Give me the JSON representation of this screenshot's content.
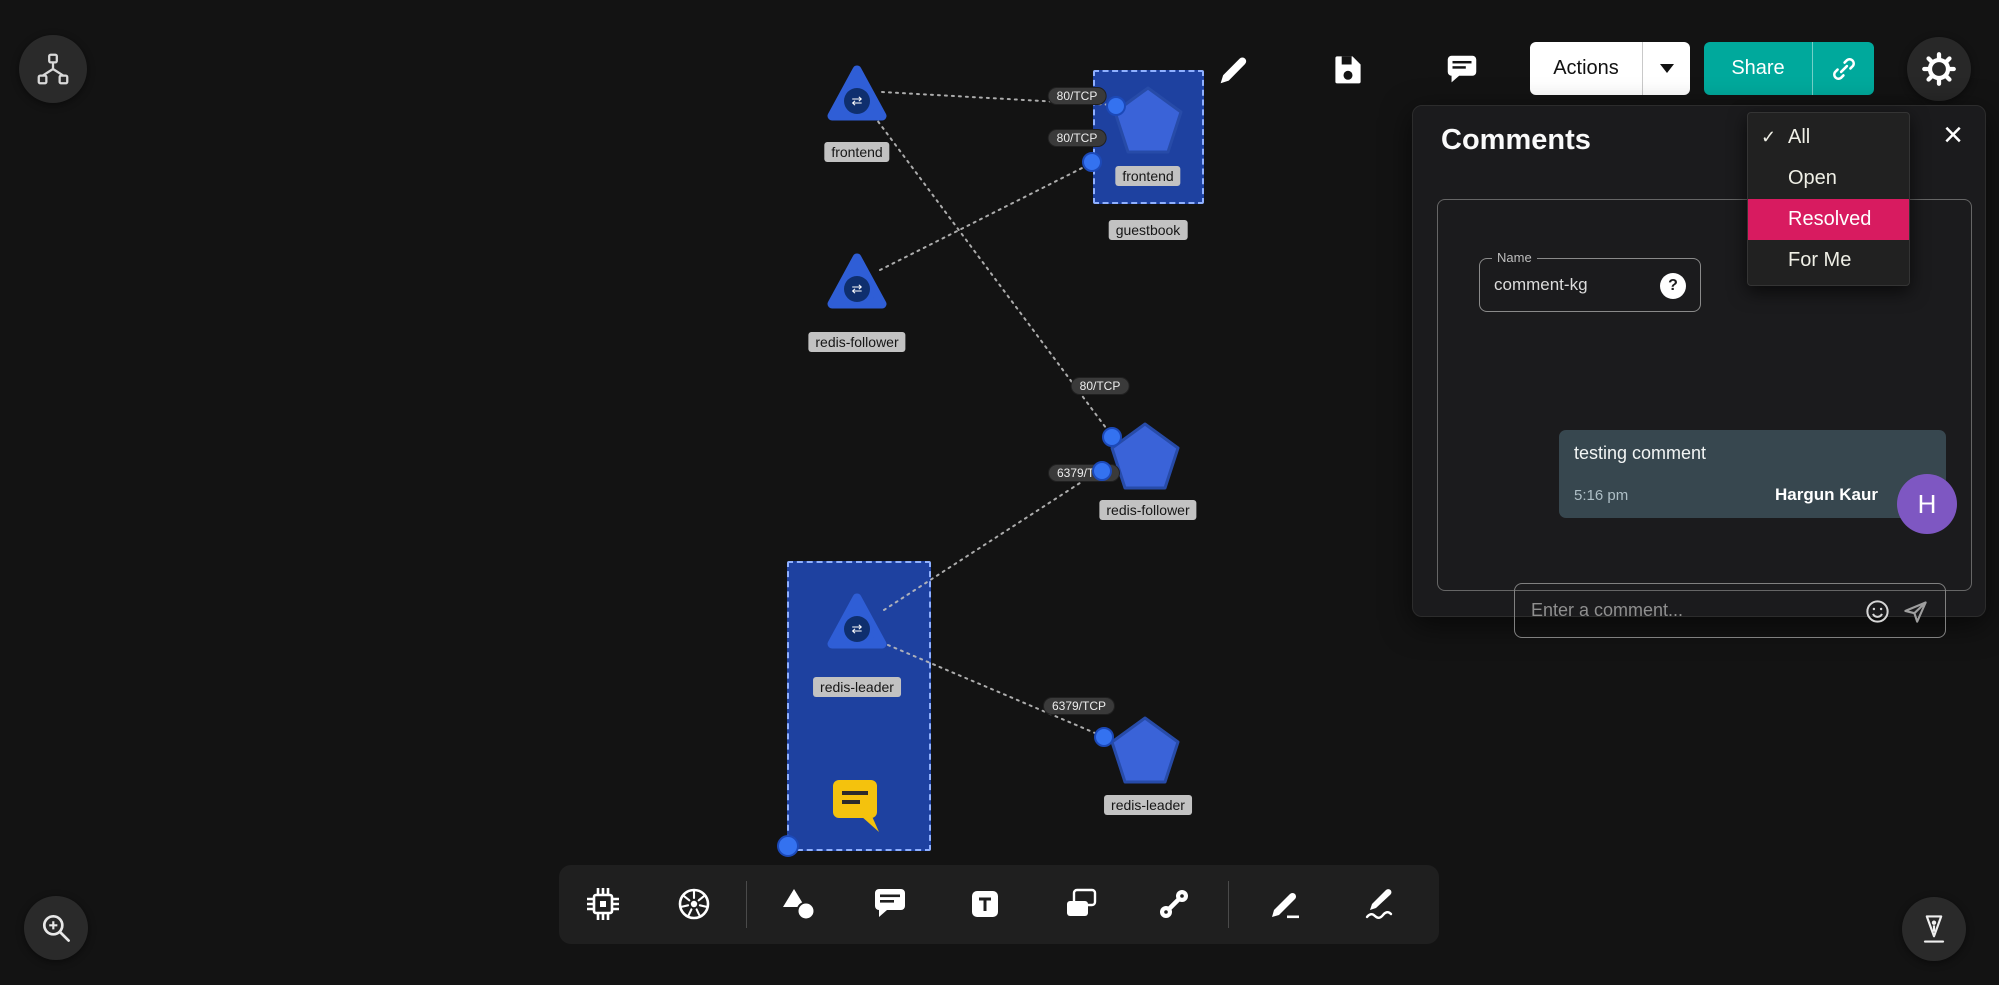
{
  "top_toolbar": {
    "actions_label": "Actions",
    "share_label": "Share"
  },
  "comments_panel": {
    "title": "Comments",
    "close_glyph": "×",
    "name_field": {
      "label": "Name",
      "value": "comment-kg",
      "help_glyph": "?"
    },
    "thread": {
      "message": "testing comment",
      "time": "5:16 pm",
      "author": "Hargun Kaur",
      "avatar_initial": "H"
    },
    "input_placeholder": "Enter a comment..."
  },
  "filter_menu": {
    "check_glyph": "✓",
    "items": [
      {
        "label": "All",
        "checked": true
      },
      {
        "label": "Open",
        "checked": false
      },
      {
        "label": "Resolved",
        "checked": false,
        "highlighted": true
      },
      {
        "label": "For Me",
        "checked": false
      }
    ]
  },
  "diagram": {
    "services": [
      {
        "label": "frontend"
      },
      {
        "label": "redis-follower"
      },
      {
        "label": "redis-leader"
      }
    ],
    "pods": [
      {
        "label": "frontend"
      },
      {
        "label": "redis-follower"
      },
      {
        "label": "redis-leader"
      }
    ],
    "group_label": "guestbook",
    "edge_labels": [
      "80/TCP",
      "80/TCP",
      "80/TCP",
      "6379/TCP",
      "6379/TCP"
    ],
    "service_icon_glyph": "⇄"
  },
  "colors": {
    "background": "#131313",
    "node_blue": "#2f5ed6",
    "selection_blue": "#1e41a0",
    "accent_teal": "#00a99c",
    "resolved_pink": "#d81b60",
    "avatar_purple": "#7e57c2",
    "note_yellow": "#f4c20d"
  }
}
